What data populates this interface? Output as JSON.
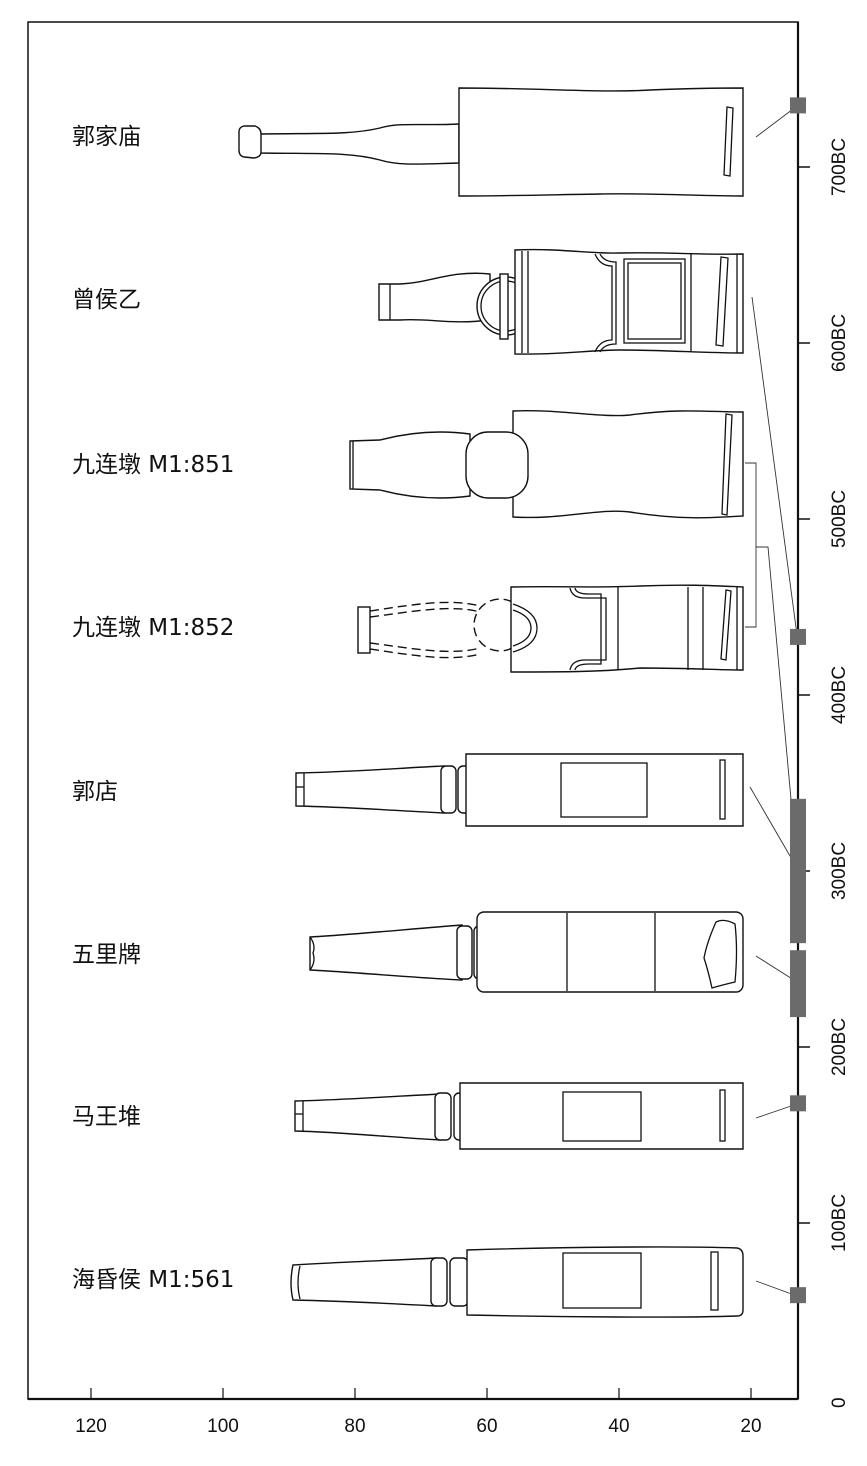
{
  "instruments": [
    {
      "name": "郭家庙",
      "year_bc": [
        735,
        735
      ]
    },
    {
      "name": "曾侯乙",
      "year_bc": [
        433,
        433
      ]
    },
    {
      "name": "九连墩 M1:851",
      "year_bc": [
        341,
        259
      ]
    },
    {
      "name": "九连墩 M1:852",
      "year_bc": [
        341,
        259
      ]
    },
    {
      "name": "郭店",
      "year_bc": [
        341,
        259
      ]
    },
    {
      "name": "五里牌",
      "year_bc": [
        255,
        217
      ]
    },
    {
      "name": "马王堆",
      "year_bc": [
        168,
        168
      ]
    },
    {
      "name": "海昏侯 M1:561",
      "year_bc": [
        59,
        59
      ]
    }
  ],
  "timeline_markers": [
    {
      "year_bc": [
        735,
        735
      ]
    },
    {
      "year_bc": [
        433,
        433
      ]
    },
    {
      "year_bc": [
        341,
        259
      ]
    },
    {
      "year_bc": [
        255,
        217
      ]
    },
    {
      "year_bc": [
        168,
        168
      ]
    },
    {
      "year_bc": [
        59,
        59
      ]
    }
  ],
  "x_axis": {
    "ticks": [
      120,
      100,
      80,
      60,
      40,
      20
    ]
  },
  "y_axis": {
    "ticks": [
      "0",
      "100BC",
      "200BC",
      "300BC",
      "400BC",
      "500BC",
      "600BC",
      "700BC"
    ],
    "values": [
      0,
      100,
      200,
      300,
      400,
      500,
      600,
      700
    ]
  },
  "colors": {
    "marker": "#6b6b6b"
  }
}
